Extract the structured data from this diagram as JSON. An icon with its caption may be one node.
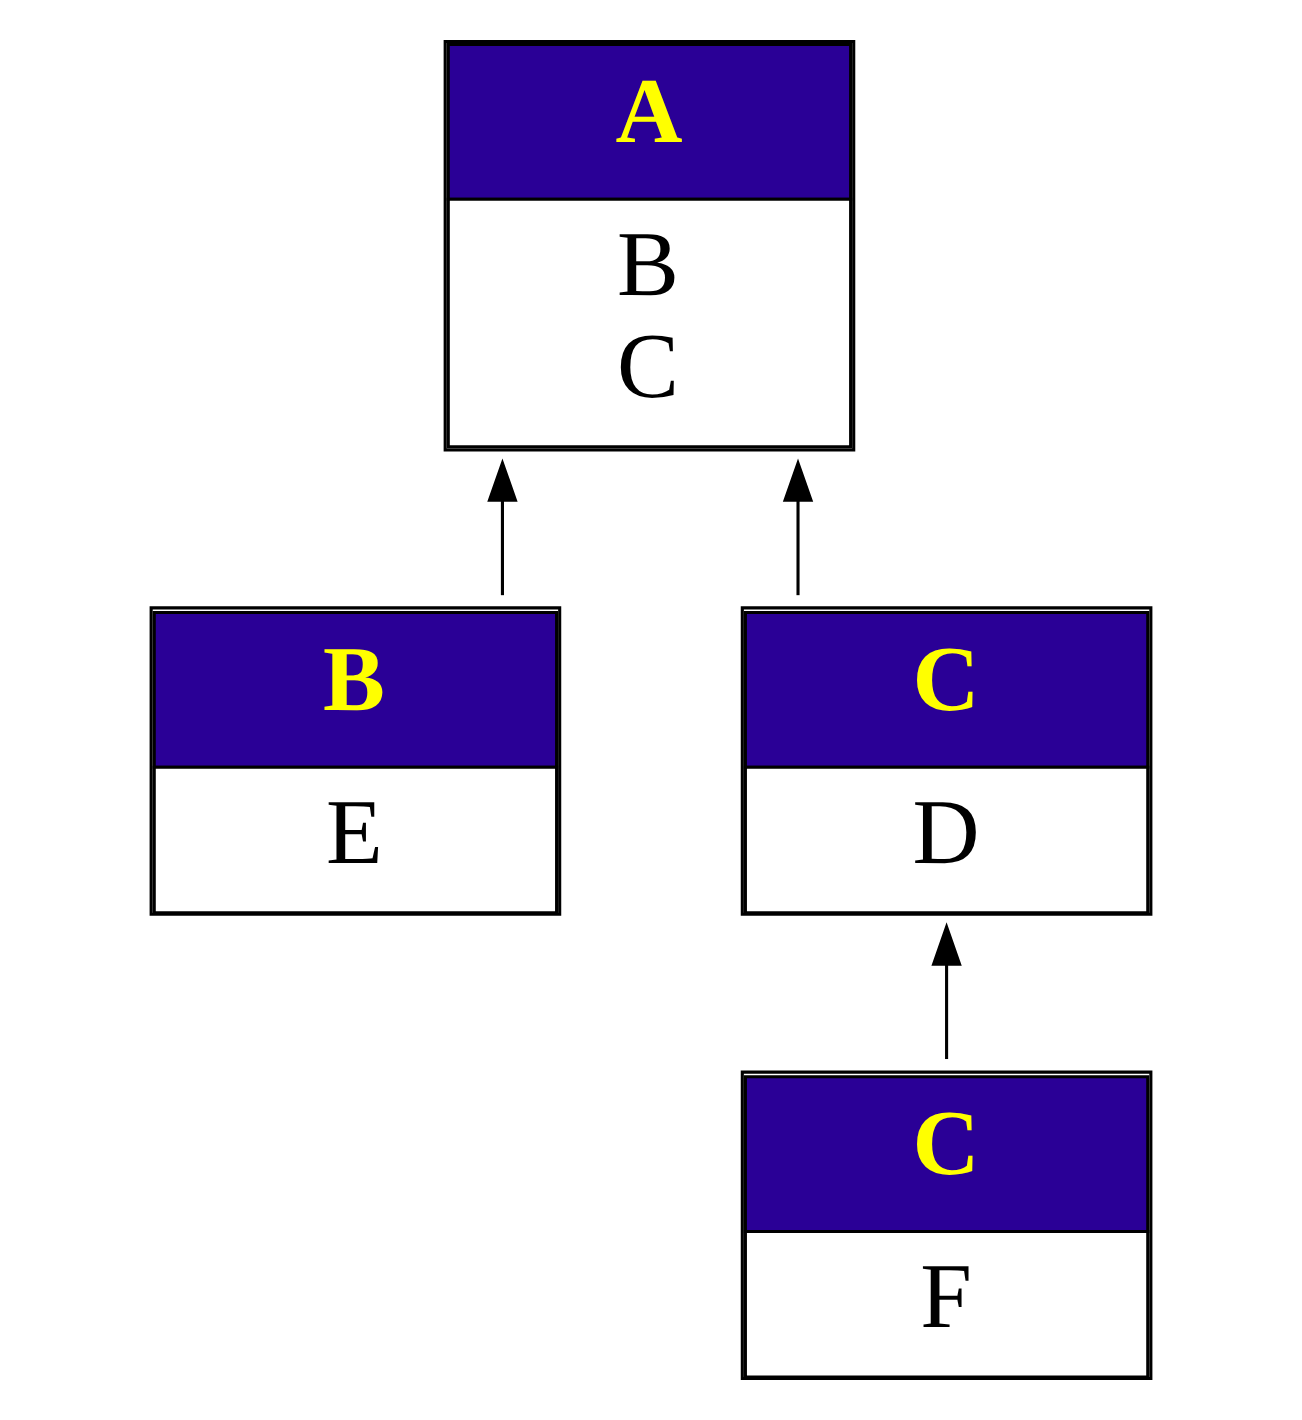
{
  "diagram": {
    "nodes": [
      {
        "text": [
          "A",
          "B",
          "C"
        ]
      },
      {
        "text": [
          "B",
          "E"
        ]
      },
      {
        "text": [
          "C",
          "D"
        ]
      },
      {
        "text": [
          "C",
          "F"
        ]
      }
    ],
    "edges": [
      {
        "from": 1,
        "to": 0,
        "arrow": "to"
      },
      {
        "from": 2,
        "to": 0,
        "arrow": "to"
      },
      {
        "from": 3,
        "to": 2,
        "arrow": "to"
      }
    ]
  }
}
